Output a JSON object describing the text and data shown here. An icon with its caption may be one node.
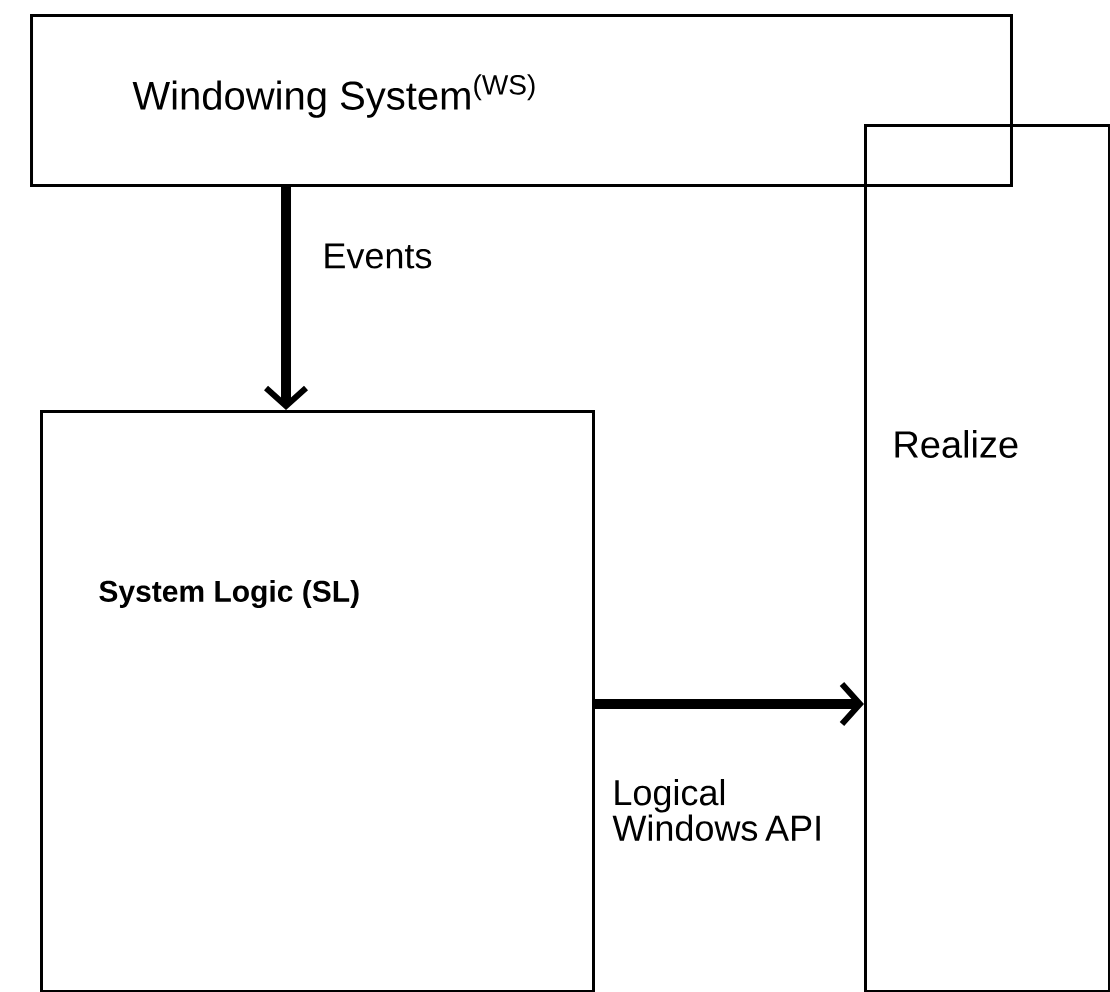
{
  "diagram": {
    "nodes": [
      {
        "text": [
          "Windowing System$^{(WS)}$"
        ]
      },
      {
        "text": [
          "Realize"
        ]
      },
      {
        "text": [
          "System Logic (SL)"
        ]
      }
    ],
    "edges": [
      {
        "from": 0,
        "to": 2,
        "arrow": "to",
        "label": "Events"
      },
      {
        "from": 2,
        "to": 1,
        "arrow": "to",
        "label": "Logical Windows API"
      }
    ]
  }
}
